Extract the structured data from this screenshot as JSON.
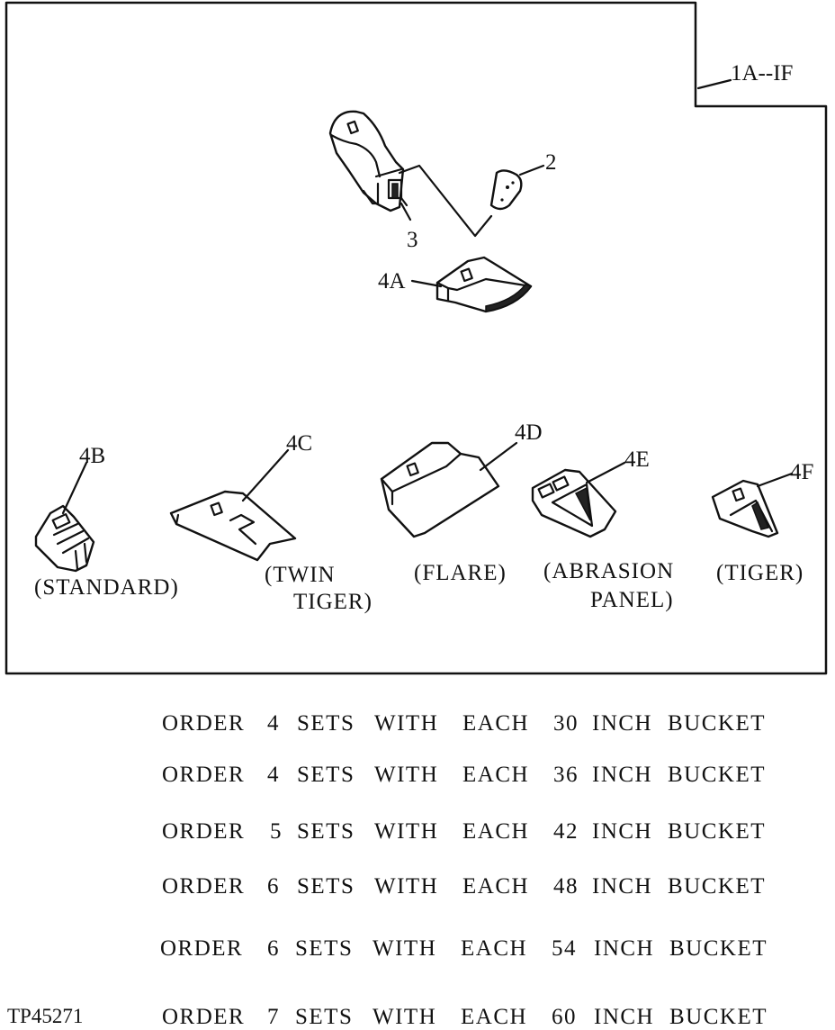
{
  "callouts": {
    "c1": "1A--IF",
    "c2": "2",
    "c3": "3",
    "c4a": "4A",
    "c4b": "4B",
    "c4c": "4C",
    "c4d": "4D",
    "c4e": "4E",
    "c4f": "4F"
  },
  "captions": {
    "standard": "(STANDARD)",
    "twin_tiger_1": "(TWIN",
    "twin_tiger_2": "TIGER)",
    "flare": "(FLARE)",
    "abrasion_1": "(ABRASION",
    "abrasion_2": "PANEL)",
    "tiger": "(TIGER)"
  },
  "order_lines": [
    {
      "order": "ORDER",
      "qty": "4",
      "sets": "SETS",
      "with": "WITH",
      "each": "EACH",
      "size": "30",
      "inch": "INCH",
      "bucket": "BUCKET"
    },
    {
      "order": "ORDER",
      "qty": "4",
      "sets": "SETS",
      "with": "WITH",
      "each": "EACH",
      "size": "36",
      "inch": "INCH",
      "bucket": "BUCKET"
    },
    {
      "order": "ORDER",
      "qty": "5",
      "sets": "SETS",
      "with": "WITH",
      "each": "EACH",
      "size": "42",
      "inch": "INCH",
      "bucket": "BUCKET"
    },
    {
      "order": "ORDER",
      "qty": "6",
      "sets": "SETS",
      "with": "WITH",
      "each": "EACH",
      "size": "48",
      "inch": "INCH",
      "bucket": "BUCKET"
    },
    {
      "order": "ORDER",
      "qty": "6",
      "sets": "SETS",
      "with": "WITH",
      "each": "EACH",
      "size": "54",
      "inch": "INCH",
      "bucket": "BUCKET"
    },
    {
      "order": "ORDER",
      "qty": "7",
      "sets": "SETS",
      "with": "WITH",
      "each": "EACH",
      "size": "60",
      "inch": "INCH",
      "bucket": "BUCKET"
    }
  ],
  "figure_id": "TP45271"
}
